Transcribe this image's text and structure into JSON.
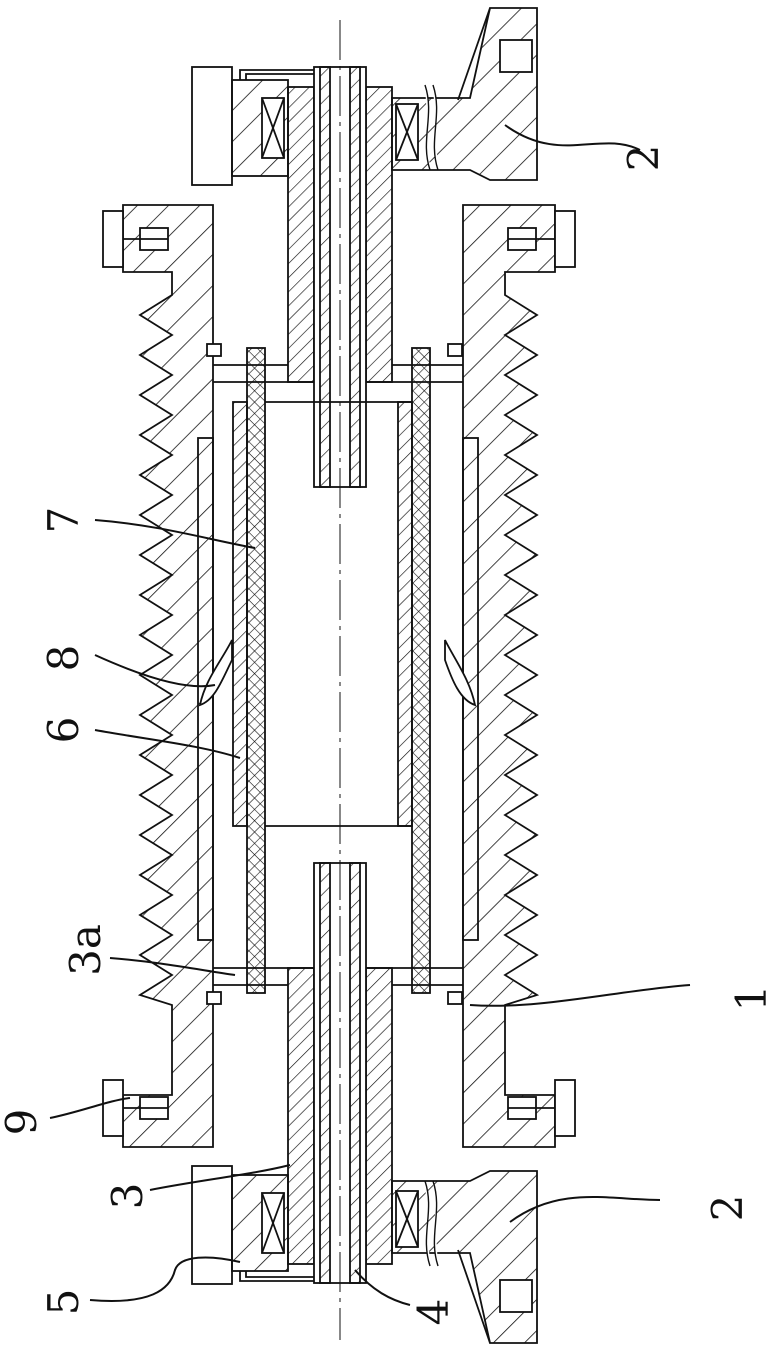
{
  "colors": {
    "line": "#111111",
    "background": "#ffffff"
  },
  "labels": {
    "l1": "1",
    "l2_top": "2",
    "l2_bottom": "2",
    "l3": "3",
    "l3a": "3a",
    "l4": "4",
    "l5": "5",
    "l6": "6",
    "l7": "7",
    "l8": "8",
    "l9": "9"
  }
}
